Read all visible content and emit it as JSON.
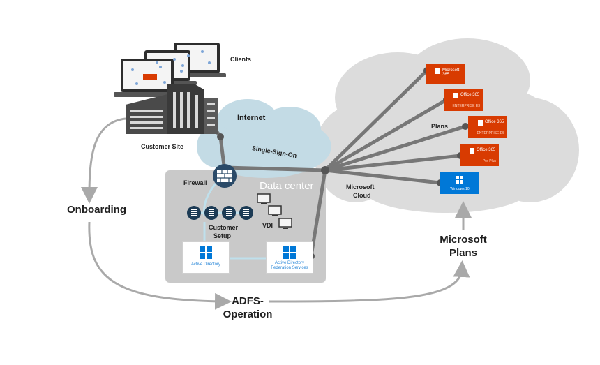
{
  "labels": {
    "clients": "Clients",
    "customer_site": "Customer Site",
    "internet": "Internet",
    "single_sign_on": "Single-Sign-On",
    "firewall": "Firewall",
    "data_center": "Data center",
    "customer_setup_1": "Customer",
    "customer_setup_2": "Setup",
    "vdi": "VDI",
    "active_directory": "Active Directory",
    "adfs_1": "Active Directory",
    "adfs_2": "Federation Services",
    "microsoft_cloud_1": "Microsoft",
    "microsoft_cloud_2": "Cloud",
    "plans": "Plans",
    "onboarding": "Onboarding",
    "adfs_operation_1": "ADFS-",
    "adfs_operation_2": "Operation",
    "microsoft_plans_1": "Microsoft",
    "microsoft_plans_2": "Plans"
  },
  "tiles": {
    "tile1_title": "Microsoft 365",
    "tile2_title": "Office 365",
    "tile2_sub": "ENTERPRISE E3",
    "tile3_title": "Office 365",
    "tile3_sub": "ENTERPRISE E5",
    "tile4_title": "Office 365",
    "tile4_sub": "Pro Plus",
    "tile5_title": "Windows 10"
  },
  "colors": {
    "office_red": "#d83b01",
    "windows_blue": "#0078d7",
    "connector_gray": "#777777",
    "flow_gray": "#a9a9a9",
    "internet_cloud": "#c3dbe5",
    "ms_cloud": "#dcdcdc",
    "datacenter_box": "#c9c9c9",
    "server_icon": "#1c3b55"
  },
  "icons": [
    "laptop-icon",
    "building-icon",
    "firewall-icon",
    "server-icon",
    "desktop-icon",
    "windows-logo-icon",
    "office-logo-icon"
  ]
}
